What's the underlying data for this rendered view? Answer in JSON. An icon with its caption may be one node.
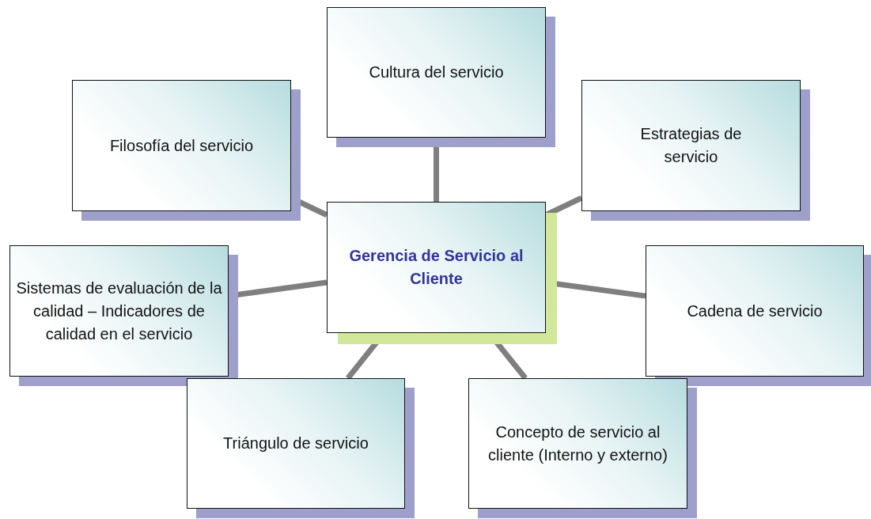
{
  "diagram": {
    "nodes": [
      {
        "text": [
          "Gerencia de Servicio al Cliente"
        ]
      },
      {
        "text": [
          "Cultura del servicio"
        ]
      },
      {
        "text": [
          "Filosofía del servicio"
        ]
      },
      {
        "text": [
          "Estrategias de servicio"
        ]
      },
      {
        "text": [
          "Sistemas de evaluación de la calidad – Indicadores de calidad en el servicio"
        ]
      },
      {
        "text": [
          "Cadena de servicio"
        ]
      },
      {
        "text": [
          "Triángulo de servicio"
        ]
      },
      {
        "text": [
          "Concepto de servicio al cliente (Interno y externo)"
        ]
      }
    ],
    "edges": [
      {
        "from": 0,
        "to": 1,
        "arrow": "none"
      },
      {
        "from": 0,
        "to": 2,
        "arrow": "none"
      },
      {
        "from": 0,
        "to": 3,
        "arrow": "none"
      },
      {
        "from": 0,
        "to": 4,
        "arrow": "none"
      },
      {
        "from": 0,
        "to": 5,
        "arrow": "none"
      },
      {
        "from": 0,
        "to": 6,
        "arrow": "none"
      },
      {
        "from": 0,
        "to": 7,
        "arrow": "none"
      }
    ]
  }
}
